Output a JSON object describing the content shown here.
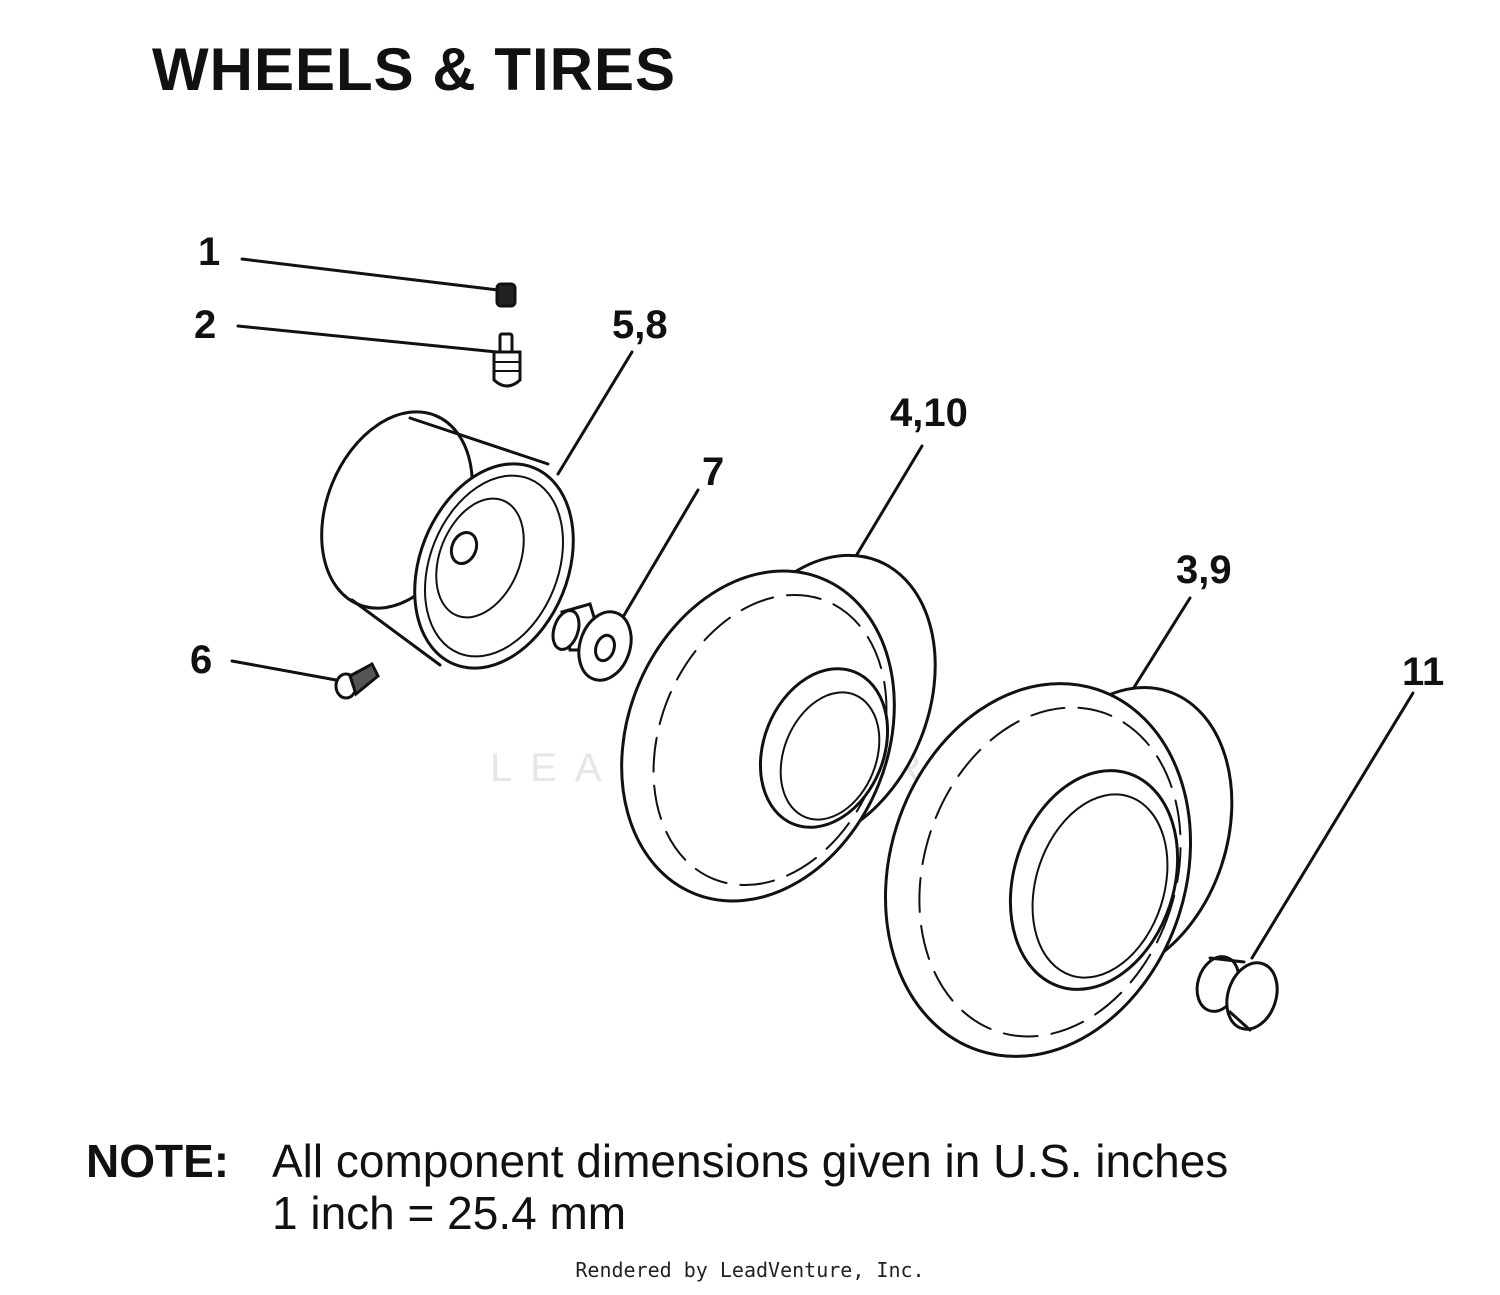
{
  "title": "WHEELS & TIRES",
  "callouts": {
    "c1": "1",
    "c2": "2",
    "c58": "5,8",
    "c410": "4,10",
    "c7": "7",
    "c39": "3,9",
    "c6": "6",
    "c11": "11"
  },
  "watermark": "LEADVENTURE",
  "note": {
    "label": "NOTE:",
    "line1": "All component dimensions given in U.S. inches",
    "line2": "1 inch = 25.4 mm"
  },
  "footer": "Rendered by LeadVenture, Inc."
}
